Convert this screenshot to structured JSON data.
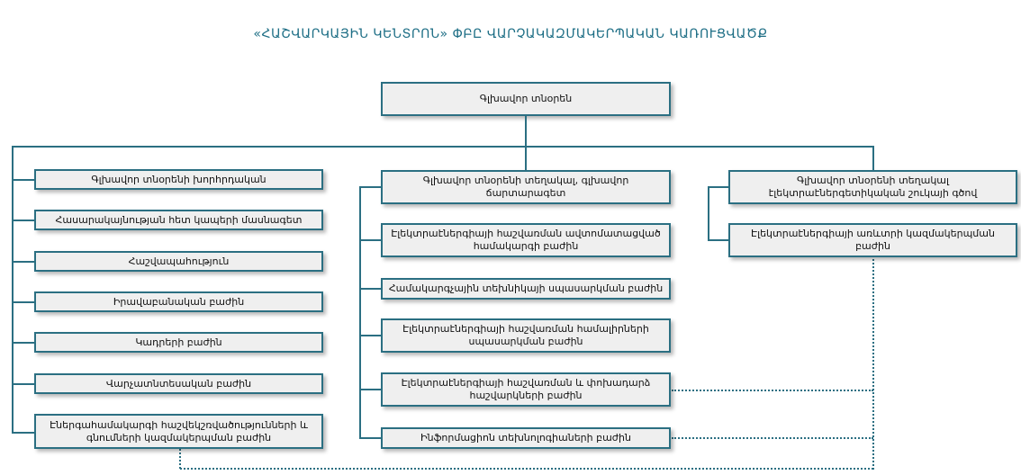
{
  "title": "«ՀԱՇՎԱՐԿԱՅԻՆ ԿԵՆՏՐՈՆ» ՓԲԸ ՎԱՐՉԱԿԱԶՄԱԿԵՐՊԱԿԱՆ ԿԱՌՈՒՑՎԱԾՔ",
  "top": {
    "director": "Գլխավոր տնօրեն"
  },
  "left_column": [
    "Գլխավոր տնօրենի խորհրդական",
    "Հասարակայնության հետ կապերի մասնագետ",
    "Հաշվապահություն",
    "Իրավաբանական բաժին",
    "Կադրերի  բաժին",
    "Վարչատնտեսական  բաժին",
    "Էներգահամակարգի հաշվեկշռվածությունների  և գնումների կազմակերպման բաժին"
  ],
  "middle_column": {
    "head": "Գլխավոր տնօրենի տեղակալ, գլխավոր ճարտարագետ",
    "items": [
      "Էլեկտրաէներգիայի հաշվառման ավտոմատացված համակարգի  բաժին",
      "Համակարգչային տեխնիկայի սպասարկման բաժին",
      "Էլեկտրաէներգիայի հաշվառման համալիրների սպասարկման բաժին",
      "Էլեկտրաէներգիայի հաշվառման և փոխադարձ հաշվարկների բաժին",
      "Ինֆորմացիոն տեխնոլոգիաների բաժին"
    ]
  },
  "right_column": {
    "head": "Գլխավոր տնօրենի տեղակալ էլեկտրաէներգետիկական շուկայի գծով",
    "items": [
      "Էլեկտրաէներգիայի առևտրի կազմակերպման բաժին"
    ]
  }
}
